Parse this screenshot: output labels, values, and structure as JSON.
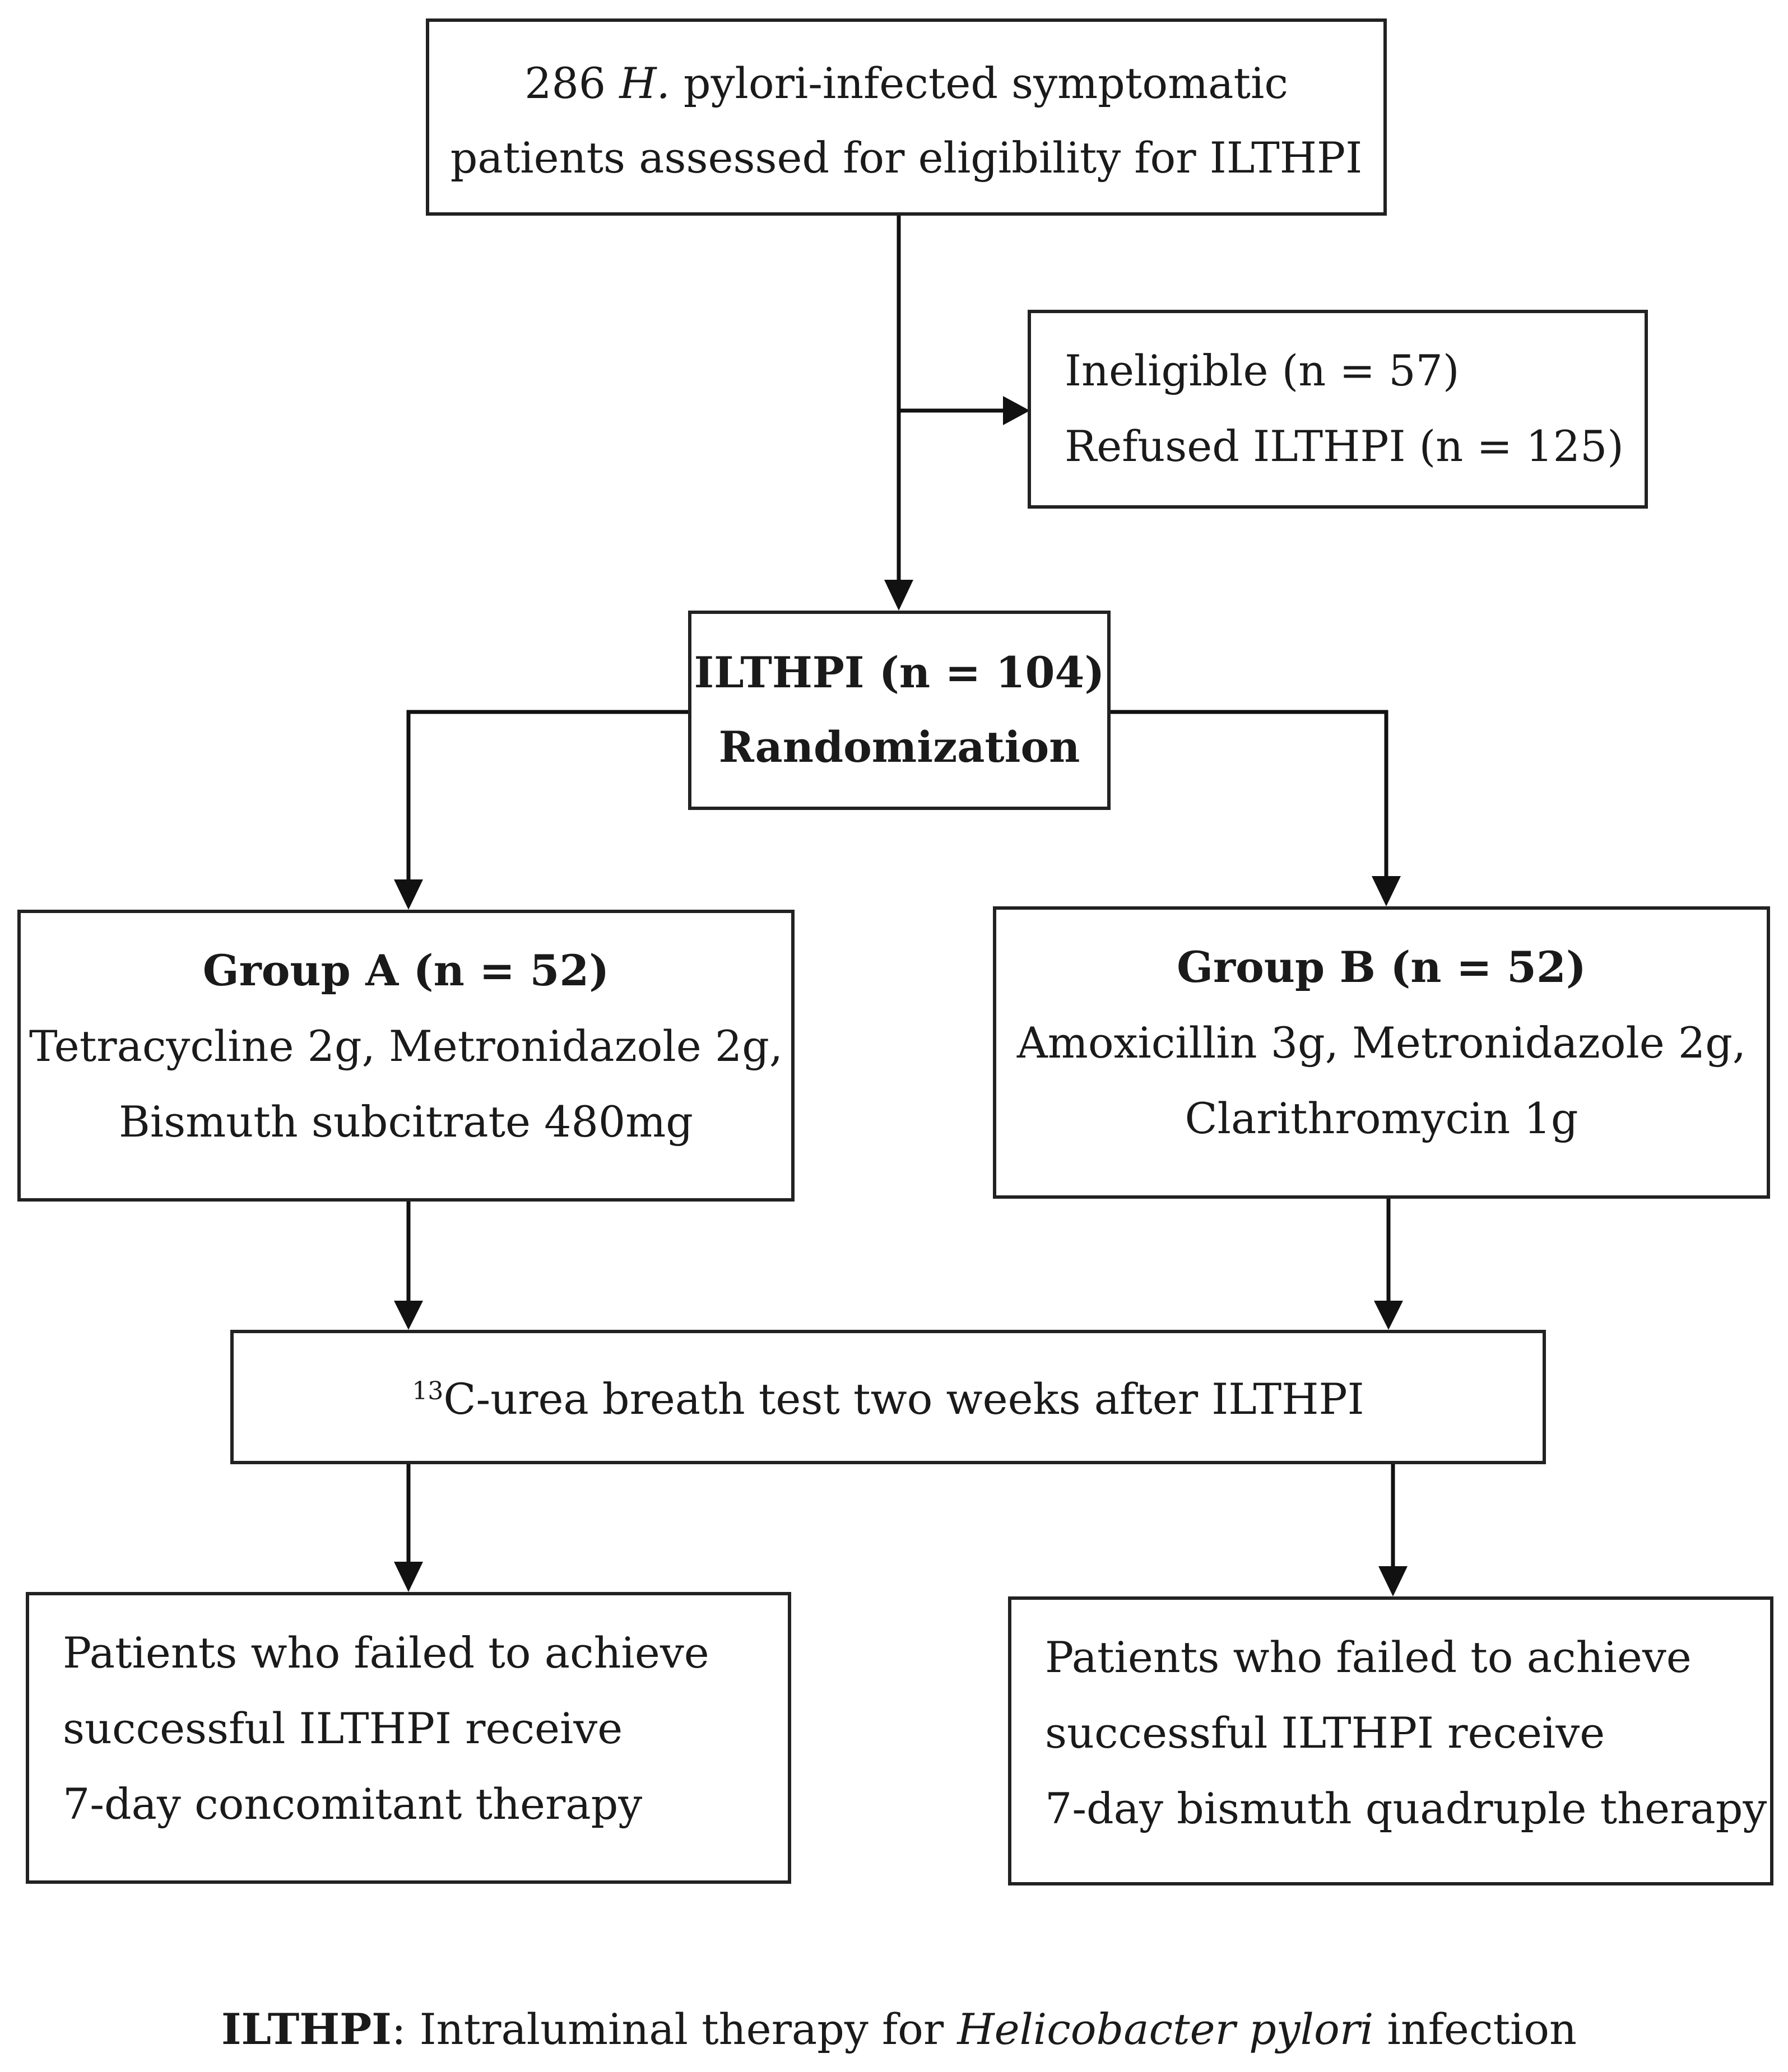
{
  "assessed": {
    "count": "286",
    "organism": "H.",
    "line1_rest": " pylori-infected symptomatic",
    "line2": "patients assessed for eligibility for ILTHPI"
  },
  "excluded": {
    "line1": "Ineligible (n = 57)",
    "line2": "Refused ILTHPI (n = 125)"
  },
  "randomized": {
    "line1": "ILTHPI (n = 104)",
    "line2": "Randomization"
  },
  "group_a": {
    "title": "Group A (n = 52)",
    "line1": "Tetracycline 2g, Metronidazole 2g,",
    "line2": "Bismuth subcitrate 480mg"
  },
  "group_b": {
    "title": "Group B (n = 52)",
    "line1": "Amoxicillin 3g, Metronidazole 2g,",
    "line2": "Clarithromycin 1g"
  },
  "breath_test": {
    "superscript": "13",
    "text": "C-urea breath test two weeks after ILTHPI"
  },
  "failure_a": {
    "line1": "Patients who failed to achieve",
    "line2": "successful ILTHPI receive",
    "line3": "7-day concomitant therapy"
  },
  "failure_b": {
    "line1": "Patients who failed to achieve",
    "line2": "successful ILTHPI receive",
    "line3": "7-day bismuth quadruple therapy"
  },
  "footnote": {
    "abbr": "ILTHPI",
    "text": ": Intraluminal therapy for ",
    "species": "Helicobacter pylori",
    "tail": " infection"
  }
}
